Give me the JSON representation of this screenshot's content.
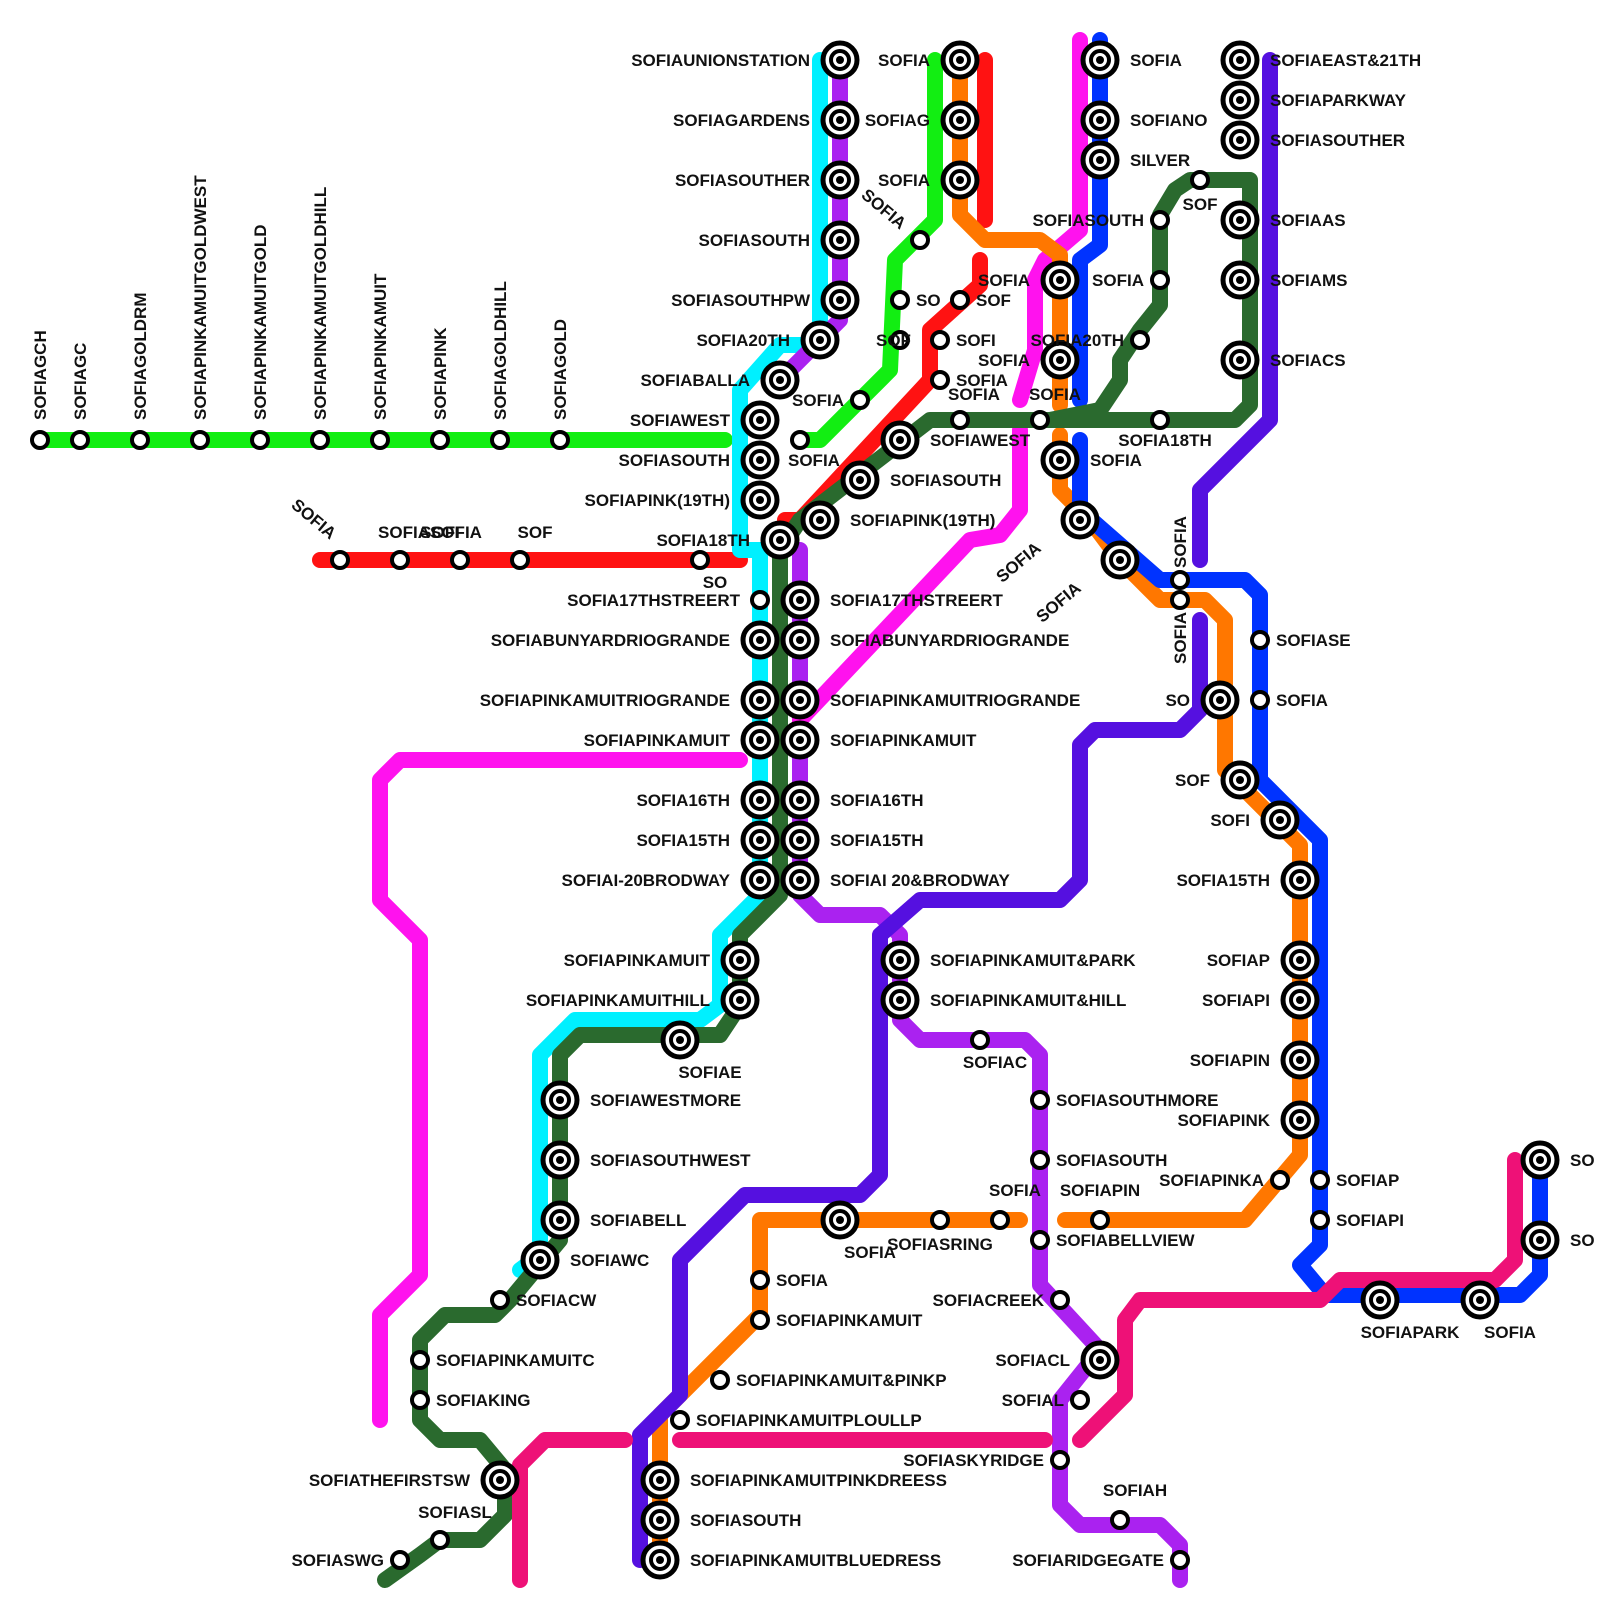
{
  "colors": {
    "green": "#12ee12",
    "red": "#ff1212",
    "cyan": "#00f0ff",
    "purple": "#aa22f0",
    "magenta": "#ff12ee",
    "orange": "#ff7700",
    "blue": "#0033ff",
    "darkgreen": "#2a6a2e",
    "indigo": "#5510e0",
    "crimson": "#ee1177"
  },
  "stations": [
    {
      "label": "SOFIAGCH"
    },
    {
      "label": "SOFIAGC"
    },
    {
      "label": "SOFIAGOLDRM"
    },
    {
      "label": "SOFIAPINKAMUITGOLDWEST"
    },
    {
      "label": "SOFIAPINKAMUITGOLD"
    },
    {
      "label": "SOFIAPINKAMUITGOLDHILL"
    },
    {
      "label": "SOFIAPINKAMUIT"
    },
    {
      "label": "SOFIAPINK"
    },
    {
      "label": "SOFIAGOLDHILL"
    },
    {
      "label": "SOFIAGOLD"
    },
    {
      "label": "SOFIA"
    },
    {
      "label": "SOFIASOFIA"
    },
    {
      "label": "SOFI"
    },
    {
      "label": "SOF"
    },
    {
      "label": "SO"
    },
    {
      "label": "SOFIAUNIONSTATION"
    },
    {
      "label": "SOFIAGARDENS"
    },
    {
      "label": "SOFIASOUTHER"
    },
    {
      "label": "SOFIASOUTH"
    },
    {
      "label": "SOFIASOUTHPW"
    },
    {
      "label": "SOFIA20TH"
    },
    {
      "label": "SOFIABALLA"
    },
    {
      "label": "SOFIAWEST"
    },
    {
      "label": "SOFIASOUTH"
    },
    {
      "label": "SOFIAPINK(19TH)"
    },
    {
      "label": "SOFIA18TH"
    },
    {
      "label": "SOFIA17THSTREERT"
    },
    {
      "label": "SOFIABUNYARDRIOGRANDE"
    },
    {
      "label": "SOFIAPINKAMUITRIOGRANDE"
    },
    {
      "label": "SOFIAPINKAMUIT"
    },
    {
      "label": "SOFIA16TH"
    },
    {
      "label": "SOFIA15TH"
    },
    {
      "label": "SOFIAI-20BRODWAY"
    },
    {
      "label": "SOFIA17THSTREERT"
    },
    {
      "label": "SOFIABUNYARDRIOGRANDE"
    },
    {
      "label": "SOFIAPINKAMUITRIOGRANDE"
    },
    {
      "label": "SOFIAPINKAMUIT"
    },
    {
      "label": "SOFIA16TH"
    },
    {
      "label": "SOFIA15TH"
    },
    {
      "label": "SOFIAI 20&BRODWAY"
    },
    {
      "label": "SOFIAPINKAMUIT"
    },
    {
      "label": "SOFIAPINKAMUITHILL"
    },
    {
      "label": "SOFIAE"
    },
    {
      "label": "SOFIAWESTMORE"
    },
    {
      "label": "SOFIASOUTHWEST"
    },
    {
      "label": "SOFIABELL"
    },
    {
      "label": "SOFIAWC"
    },
    {
      "label": "SOFIACW"
    },
    {
      "label": "SOFIAPINKAMUITC"
    },
    {
      "label": "SOFIAKING"
    },
    {
      "label": "SOFIATHEFIRSTSW"
    },
    {
      "label": "SOFIASL"
    },
    {
      "label": "SOFIASWG"
    },
    {
      "label": "SOFIA"
    },
    {
      "label": "SOFIAG"
    },
    {
      "label": "SOFIA"
    },
    {
      "label": "SOFIA"
    },
    {
      "label": "SO"
    },
    {
      "label": "SOF"
    },
    {
      "label": "SOFIA"
    },
    {
      "label": "SOFIA"
    },
    {
      "label": "SOF"
    },
    {
      "label": "SOFI"
    },
    {
      "label": "SOFIA"
    },
    {
      "label": "SOFIA"
    },
    {
      "label": "SOFIAWEST"
    },
    {
      "label": "SOFIASOUTH"
    },
    {
      "label": "SOFIAPINK(19TH)"
    },
    {
      "label": "SOFIA"
    },
    {
      "label": "SOFIANO"
    },
    {
      "label": "SILVER"
    },
    {
      "label": "SOFIASOUTH"
    },
    {
      "label": "SOFIA"
    },
    {
      "label": "SOFIA"
    },
    {
      "label": "SOFIA20TH"
    },
    {
      "label": "SOFIA"
    },
    {
      "label": "SOFIA"
    },
    {
      "label": "SOFIA"
    },
    {
      "label": "SOFIA18TH"
    },
    {
      "label": "SOFIAEAST&21TH"
    },
    {
      "label": "SOFIAPARKWAY"
    },
    {
      "label": "SOFIASOUTHER"
    },
    {
      "label": "SOF"
    },
    {
      "label": "SOFIAAS"
    },
    {
      "label": "SOFIAMS"
    },
    {
      "label": "SOFIACS"
    },
    {
      "label": "SOFIA"
    },
    {
      "label": "SOFIA"
    },
    {
      "label": "SOFIA"
    },
    {
      "label": "SOFIA"
    },
    {
      "label": "SOFIASE"
    },
    {
      "label": "SOFIA"
    },
    {
      "label": "SO"
    },
    {
      "label": "SOF"
    },
    {
      "label": "SOFI"
    },
    {
      "label": "SOFIA15TH"
    },
    {
      "label": "SOFIAP"
    },
    {
      "label": "SOFIAPI"
    },
    {
      "label": "SOFIAPIN"
    },
    {
      "label": "SOFIAPINK"
    },
    {
      "label": "SOFIAPINKA"
    },
    {
      "label": "SOFIAP"
    },
    {
      "label": "SOFIAPI"
    },
    {
      "label": "SOFIAPINKAMUIT&PARK"
    },
    {
      "label": "SOFIAPINKAMUIT&HILL"
    },
    {
      "label": "SOFIAC"
    },
    {
      "label": "SOFIASOUTHMORE"
    },
    {
      "label": "SOFIASOUTH"
    },
    {
      "label": "SOFIABELLVIEW"
    },
    {
      "label": "SOFIACREEK"
    },
    {
      "label": "SOFIACL"
    },
    {
      "label": "SOFIAL"
    },
    {
      "label": "SOFIASKYRIDGE"
    },
    {
      "label": "SOFIAH"
    },
    {
      "label": "SOFIARIDGEGATE"
    },
    {
      "label": "SOFIA"
    },
    {
      "label": "SOFIASRING"
    },
    {
      "label": "SOFIA"
    },
    {
      "label": "SOFIAPIN"
    },
    {
      "label": "SOFIA"
    },
    {
      "label": "SOFIAPINKAMUIT"
    },
    {
      "label": "SOFIAPINKAMUIT&PINKP"
    },
    {
      "label": "SOFIAPINKAMUITPLOULLP"
    },
    {
      "label": "SOFIAPINKAMUITPINKDREESS"
    },
    {
      "label": "SOFIASOUTH"
    },
    {
      "label": "SOFIAPINKAMUITBLUEDRESS"
    },
    {
      "label": "SOFIAPARK"
    },
    {
      "label": "SOFIA"
    },
    {
      "label": "SO"
    },
    {
      "label": "SO"
    }
  ]
}
